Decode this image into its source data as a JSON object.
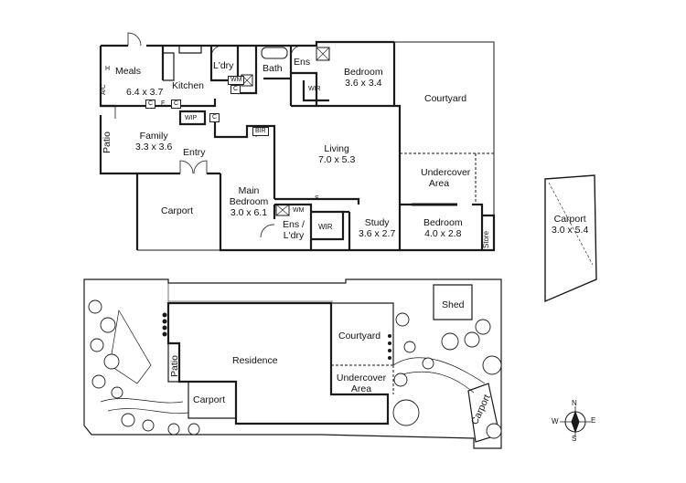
{
  "floor_plan": {
    "rooms": [
      {
        "id": "meals",
        "name": "Meals",
        "dims": "6.4 x 3.7"
      },
      {
        "id": "kitchen",
        "name": "Kitchen",
        "dims": ""
      },
      {
        "id": "laundry",
        "name": "L'dry",
        "dims": ""
      },
      {
        "id": "bath",
        "name": "Bath",
        "dims": ""
      },
      {
        "id": "ensuite",
        "name": "Ens",
        "dims": ""
      },
      {
        "id": "bedroom1",
        "name": "Bedroom",
        "dims": "3.6 x 3.4"
      },
      {
        "id": "courtyard",
        "name": "Courtyard",
        "dims": ""
      },
      {
        "id": "family",
        "name": "Family",
        "dims": "3.3 x 3.6"
      },
      {
        "id": "entry",
        "name": "Entry",
        "dims": ""
      },
      {
        "id": "patio",
        "name": "Patio",
        "dims": ""
      },
      {
        "id": "living",
        "name": "Living",
        "dims": "7.0 x 5.3"
      },
      {
        "id": "undercover",
        "name": "Undercover Area",
        "dims": ""
      },
      {
        "id": "carport",
        "name": "Carport",
        "dims": ""
      },
      {
        "id": "main_bedroom",
        "name": "Main Bedroom",
        "dims": "3.0 x 6.1"
      },
      {
        "id": "ens_ldry",
        "name": "Ens / L'dry",
        "dims": ""
      },
      {
        "id": "wir2",
        "name": "WIR",
        "dims": ""
      },
      {
        "id": "study",
        "name": "Study",
        "dims": "3.6 x 2.7"
      },
      {
        "id": "bedroom2",
        "name": "Bedroom",
        "dims": "4.0 x 2.8"
      },
      {
        "id": "store",
        "name": "Store",
        "dims": ""
      },
      {
        "id": "carport2",
        "name": "Carport",
        "dims": "3.0 x 5.4"
      }
    ],
    "small_labels": {
      "h": "H",
      "ac": "A/C",
      "wm1": "WM",
      "c_wm": "C",
      "wir1": "WIR",
      "c1": "C",
      "f": "F",
      "c2": "C",
      "wip": "WIP",
      "c3": "C",
      "bir": "BIR",
      "wm2": "WM",
      "s": "S"
    }
  },
  "site_plan": {
    "residence": "Residence",
    "courtyard": "Courtyard",
    "undercover": "Undercover Area",
    "patio": "Patio",
    "carport": "Carport",
    "shed": "Shed",
    "carport_side": "Carport"
  },
  "compass": {
    "n": "N",
    "s": "S",
    "e": "E",
    "w": "W"
  }
}
